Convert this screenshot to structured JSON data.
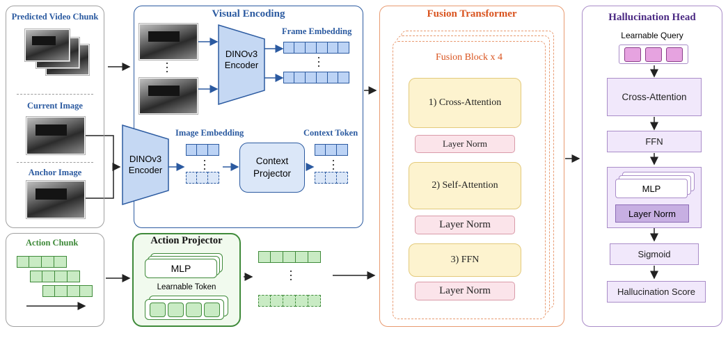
{
  "left_inputs": {
    "predicted_label": "Predicted Video Chunk",
    "current_label": "Current Image",
    "anchor_label": "Anchor Image"
  },
  "visual_encoding": {
    "title": "Visual Encoding",
    "encoder_top": [
      "DINOv3",
      "Encoder"
    ],
    "encoder_bottom": [
      "DINOv3",
      "Encoder"
    ],
    "frame_embedding_label": "Frame Embedding",
    "image_embedding_label": "Image Embedding",
    "context_token_label": "Context Token",
    "context_projector": [
      "Context",
      "Projector"
    ]
  },
  "action": {
    "chunk_label": "Action Chunk",
    "projector_title": "Action Projector",
    "mlp_label": "MLP",
    "learnable_token_label": "Learnable Token"
  },
  "fusion": {
    "title": "Fusion Transformer",
    "block_label": "Fusion Block x 4",
    "cross_attention": "1) Cross-Attention",
    "self_attention": "2) Self-Attention",
    "ffn": "3) FFN",
    "layer_norm_1": "Layer Norm",
    "layer_norm_2": "Layer Norm",
    "layer_norm_3": "Layer Norm"
  },
  "head": {
    "title": "Hallucination Head",
    "learnable_query": "Learnable Query",
    "cross_attention": "Cross-Attention",
    "ffn": "FFN",
    "mlp": "MLP",
    "layer_norm": "Layer Norm",
    "sigmoid": "Sigmoid",
    "score": "Hallucination Score"
  },
  "colors": {
    "blue_title": "#2b5aa0",
    "green_title": "#3f8a3a",
    "orange_title": "#d9531e",
    "purple_title": "#4b2a83"
  }
}
